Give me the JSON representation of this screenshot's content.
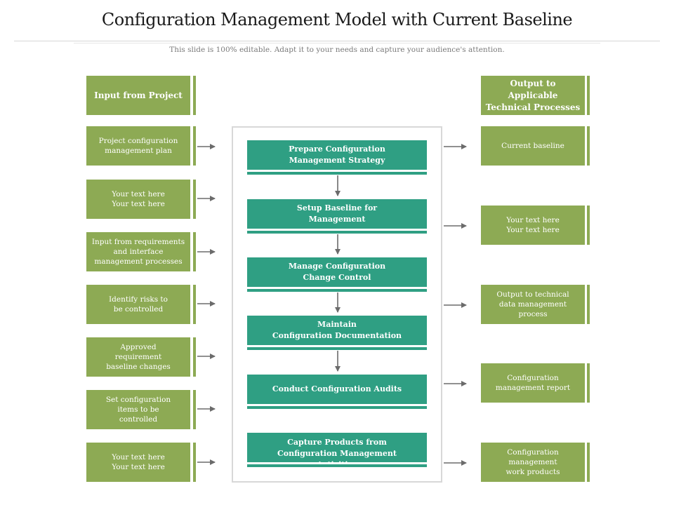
{
  "header": {
    "title": "Configuration Management Model with Current Baseline",
    "subtitle": "This slide is 100% editable. Adapt it to your needs and capture your audience's attention."
  },
  "left_column": {
    "heading": "Input from Project",
    "items": [
      "Project configuration\nmanagement plan",
      "Your text here\nYour text here",
      "Input from requirements\nand interface\nmanagement processes",
      "Identify risks to\nbe controlled",
      "Approved\nrequirement\nbaseline changes",
      "Set configuration\nitems to be\ncontrolled",
      "Your text here\nYour text here"
    ]
  },
  "center_steps": [
    "Prepare Configuration\nManagement Strategy",
    "Setup Baseline for\nManagement",
    "Manage Configuration\nChange Control",
    "Maintain\nConfiguration Documentation",
    "Conduct Configuration Audits",
    "Capture Products from\nConfiguration Management\nActivities"
  ],
  "right_column": {
    "heading": "Output to Applicable\nTechnical Processes",
    "items": [
      "Current baseline",
      "Your text here\nYour text here",
      "Output to technical\ndata management\nprocess",
      "Configuration\nmanagement report",
      "Configuration\nmanagement\nwork products"
    ]
  },
  "colors": {
    "green_box": "#8daa54",
    "teal_box": "#2f9f83",
    "arrow": "#6b6b6b"
  }
}
